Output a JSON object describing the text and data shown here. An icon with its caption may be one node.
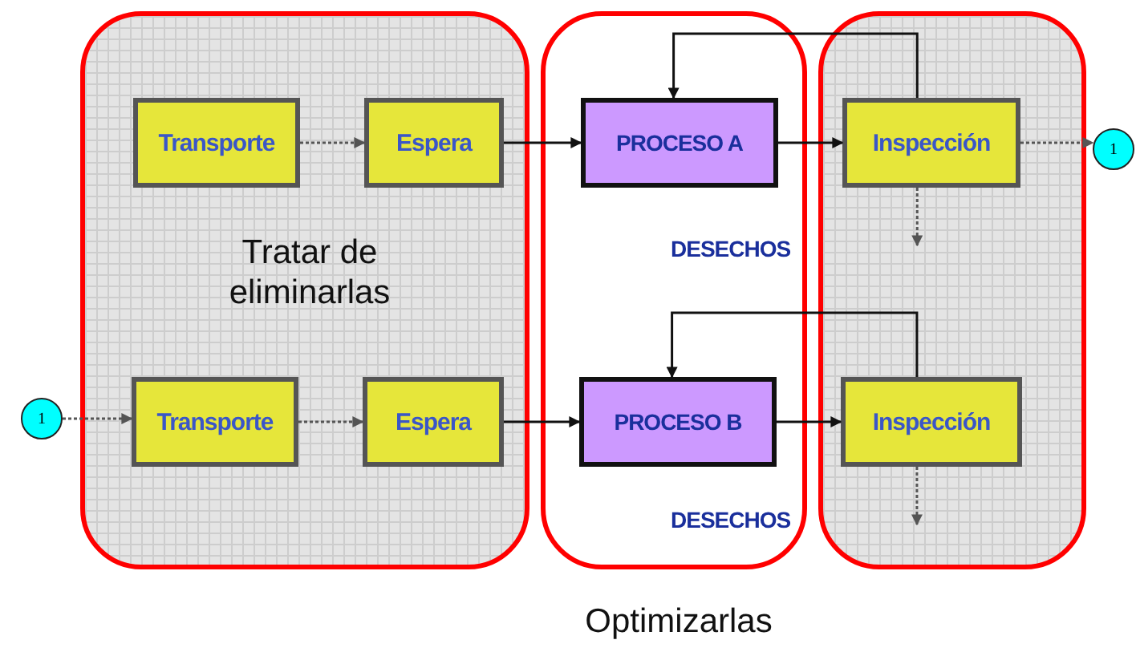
{
  "diagram": {
    "nodes": [
      {
        "text": [
          "Tratar de eliminarlas"
        ]
      },
      {
        "text": [],
        "shape": "box",
        "beside": [
          "Optimizarlas"
        ]
      },
      {
        "text": [],
        "shape": "box"
      },
      {
        "text": [
          "Transporte"
        ],
        "in": 0
      },
      {
        "text": [
          "Espera"
        ],
        "in": 0
      },
      {
        "text": [
          "PROCESO A"
        ],
        "in": 1
      },
      {
        "text": [
          "Inspección"
        ],
        "in": 2
      },
      {
        "text": [
          "1"
        ]
      },
      {
        "text": [
          "1"
        ]
      },
      {
        "text": [
          "Transporte"
        ],
        "in": 0
      },
      {
        "text": [
          "Espera"
        ],
        "in": 0
      },
      {
        "text": [
          "PROCESO B"
        ],
        "in": 1
      },
      {
        "text": [
          "Inspección"
        ],
        "in": 2
      }
    ],
    "edges": [
      {
        "from": 3,
        "to": 4,
        "arrow": "to",
        "style": "dashed",
        "color": "#555555"
      },
      {
        "from": 4,
        "to": 5,
        "arrow": "to"
      },
      {
        "from": 5,
        "to": 6,
        "arrow": "to"
      },
      {
        "from": 6,
        "to": 7,
        "arrow": "to",
        "style": "dashed",
        "color": "#555555"
      },
      {
        "from": 6,
        "to": 5,
        "arrow": "to"
      },
      {
        "from": 6,
        "to": null,
        "arrow": "to",
        "style": "dashed",
        "color": "#555555"
      },
      {
        "from": 8,
        "to": 9,
        "arrow": "to",
        "style": "dashed",
        "color": "#555555"
      },
      {
        "from": 9,
        "to": 10,
        "arrow": "to",
        "style": "dashed",
        "color": "#555555"
      },
      {
        "from": 10,
        "to": 11,
        "arrow": "to"
      },
      {
        "from": 11,
        "to": 12,
        "arrow": "to"
      },
      {
        "from": 12,
        "to": 11,
        "arrow": "to"
      },
      {
        "from": 12,
        "to": null,
        "arrow": "to",
        "style": "dashed",
        "color": "#555555"
      }
    ],
    "labels": [
      "DESECHOS",
      "DESECHOS"
    ]
  }
}
